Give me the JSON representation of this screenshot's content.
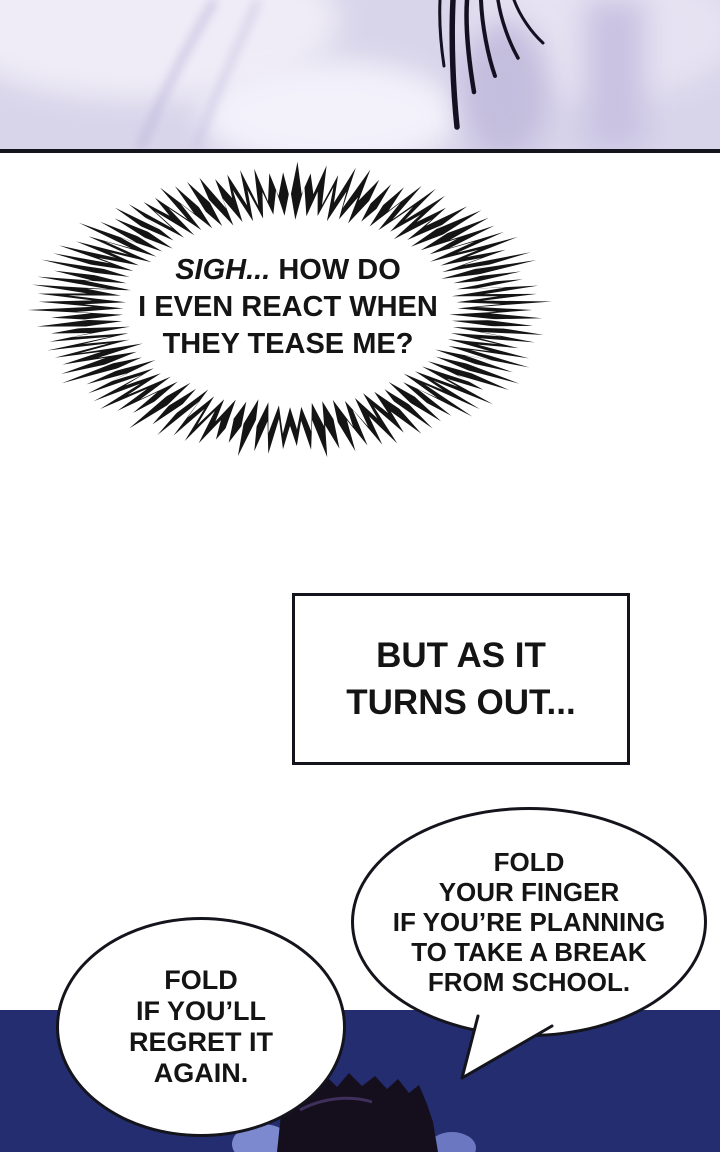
{
  "thought_bubble": {
    "line1_italic": "SIGH...",
    "line1_rest": " HOW DO",
    "lines_rest": [
      "I EVEN REACT WHEN",
      "THEY TEASE ME?"
    ]
  },
  "caption_box": {
    "lines": [
      "BUT AS IT",
      "TURNS OUT..."
    ]
  },
  "speech_bubble_right": {
    "lines": [
      "FOLD",
      "YOUR FINGER",
      "IF YOU’RE PLANNING",
      "TO TAKE A BREAK",
      "FROM SCHOOL."
    ]
  },
  "speech_bubble_left": {
    "lines": [
      "FOLD",
      "IF YOU’LL",
      "REGRET IT",
      "AGAIN."
    ]
  },
  "colors": {
    "ink": "#141414",
    "paper": "#ffffff",
    "fabric_light": "#d8d4ea",
    "fabric_shadow": "#c4bede",
    "panel_navy": "#242d70",
    "hair_dark": "#150f1d"
  }
}
